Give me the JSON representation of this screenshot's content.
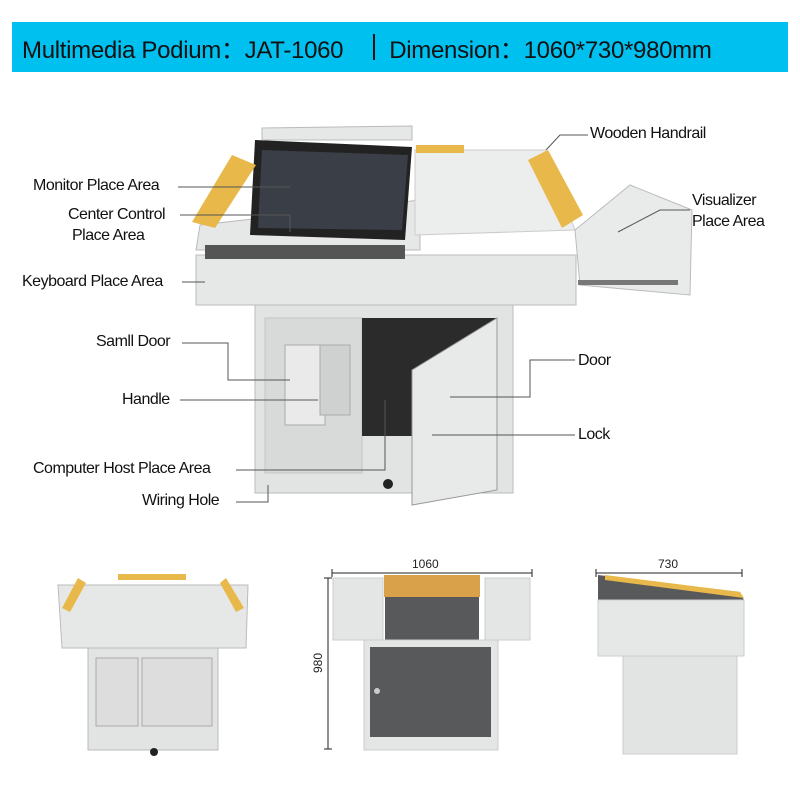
{
  "banner": {
    "product": "Multimedia Podium：JAT-1060",
    "dimension": "Dimension：1060*730*980mm"
  },
  "callouts": {
    "monitor": "Monitor Place Area",
    "center_control_1": "Center Control",
    "center_control_2": "Place Area",
    "keyboard": "Keyboard Place Area",
    "small_door": "Samll Door",
    "handle": "Handle",
    "computer_host": "Computer Host Place Area",
    "wiring_hole": "Wiring Hole",
    "handrail": "Wooden Handrail",
    "visualizer_1": "Visualizer",
    "visualizer_2": "Place Area",
    "door": "Door",
    "lock": "Lock"
  },
  "dimensions": {
    "width": "1060",
    "height": "980",
    "depth": "730"
  },
  "colors": {
    "banner": "#00c0f0",
    "wood": "#e8b84a",
    "gray_panel": "#58595b",
    "body": "#e4e6e6"
  }
}
